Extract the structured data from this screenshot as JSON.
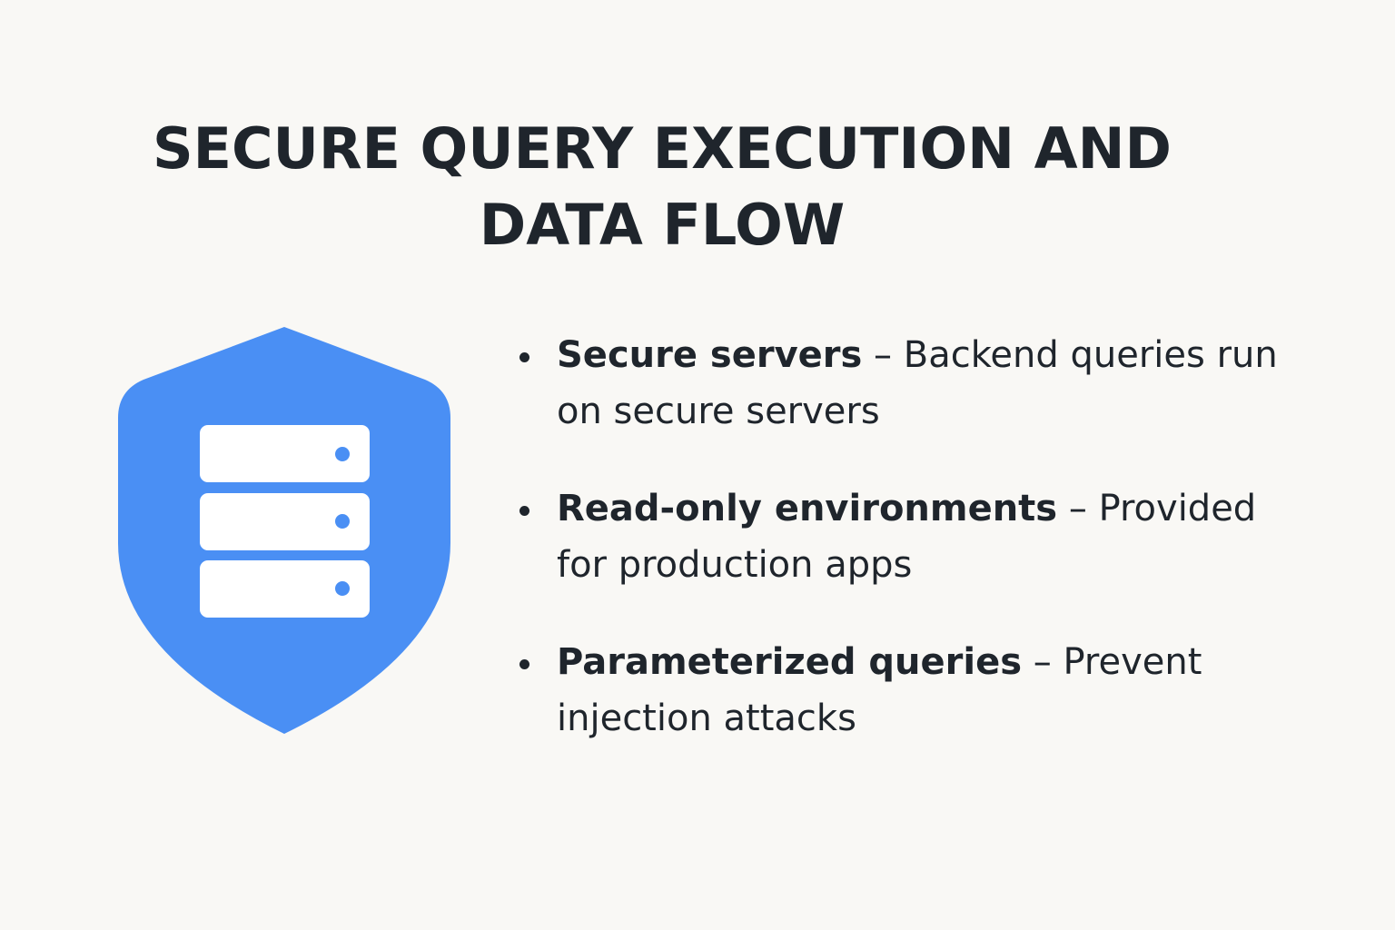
{
  "title": {
    "line1": "SECURE QUERY EXECUTION AND",
    "line2": "DATA FLOW"
  },
  "icon": {
    "name": "shield-server-icon",
    "shield_color": "#4a8ff4",
    "server_color": "#ffffff"
  },
  "bullets": [
    {
      "title": "Secure servers",
      "separator": " – ",
      "description": "Backend queries run on secure servers"
    },
    {
      "title": "Read-only environments",
      "separator": " – ",
      "description": "Provided for production apps"
    },
    {
      "title": "Parameterized queries",
      "separator": " – ",
      "description": "Prevent injection attacks"
    }
  ]
}
